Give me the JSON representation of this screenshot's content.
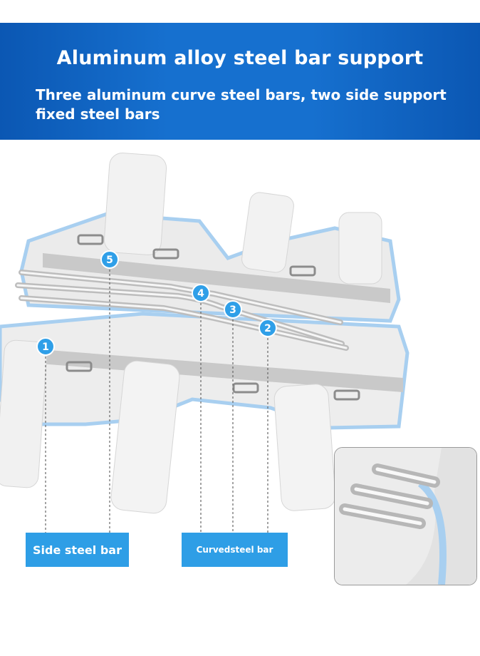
{
  "banner": {
    "title": "Aluminum alloy steel bar support",
    "subtitle": "Three aluminum curve steel bars, two side support fixed steel bars"
  },
  "markers": [
    "1",
    "2",
    "3",
    "4",
    "5"
  ],
  "labels": {
    "side": "Side steel bar",
    "curved": "Curvedsteel bar"
  },
  "colors": {
    "banner_blue": "#1670cf",
    "label_blue": "#2e9ee6",
    "marker_blue": "#2f9fe8",
    "brace_trim": "#a8cff0",
    "brace_body": "#ececec"
  }
}
